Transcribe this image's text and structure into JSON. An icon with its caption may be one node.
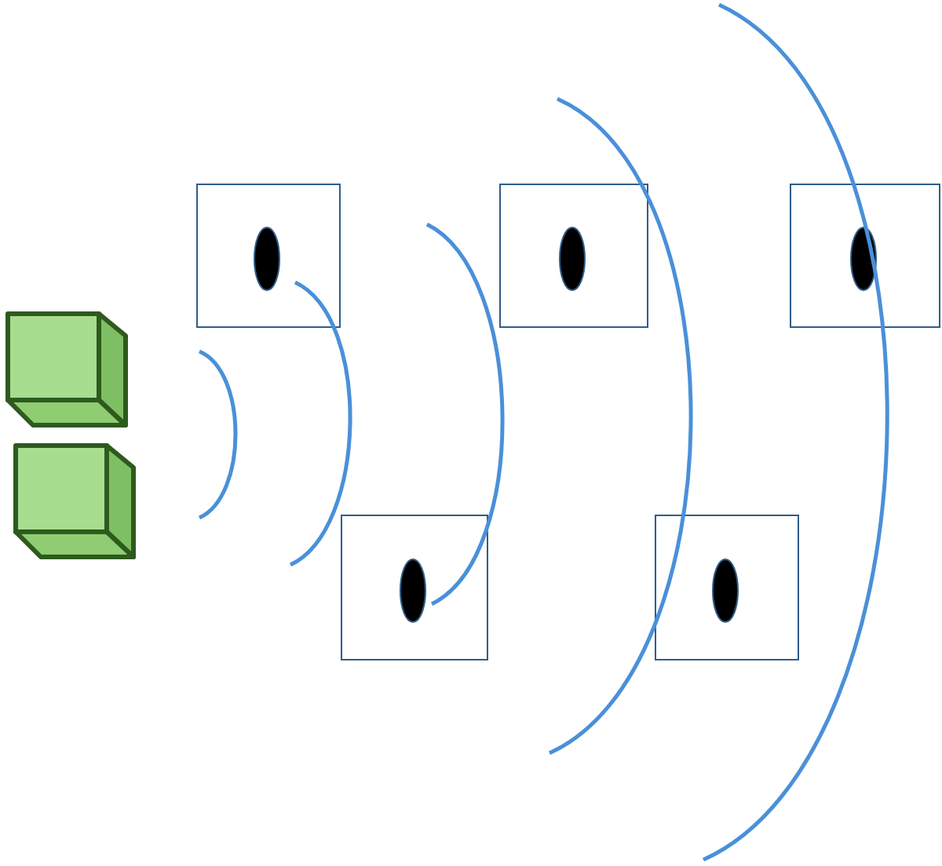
{
  "diagram": {
    "nodes": [
      {
        "text": [],
        "shape": "cube"
      },
      {
        "text": [],
        "shape": "cube"
      },
      {
        "text": [],
        "shape": "box"
      },
      {
        "text": [],
        "shape": "box"
      },
      {
        "text": [],
        "shape": "box"
      },
      {
        "text": [],
        "shape": "box"
      },
      {
        "text": [],
        "shape": "box"
      }
    ]
  }
}
